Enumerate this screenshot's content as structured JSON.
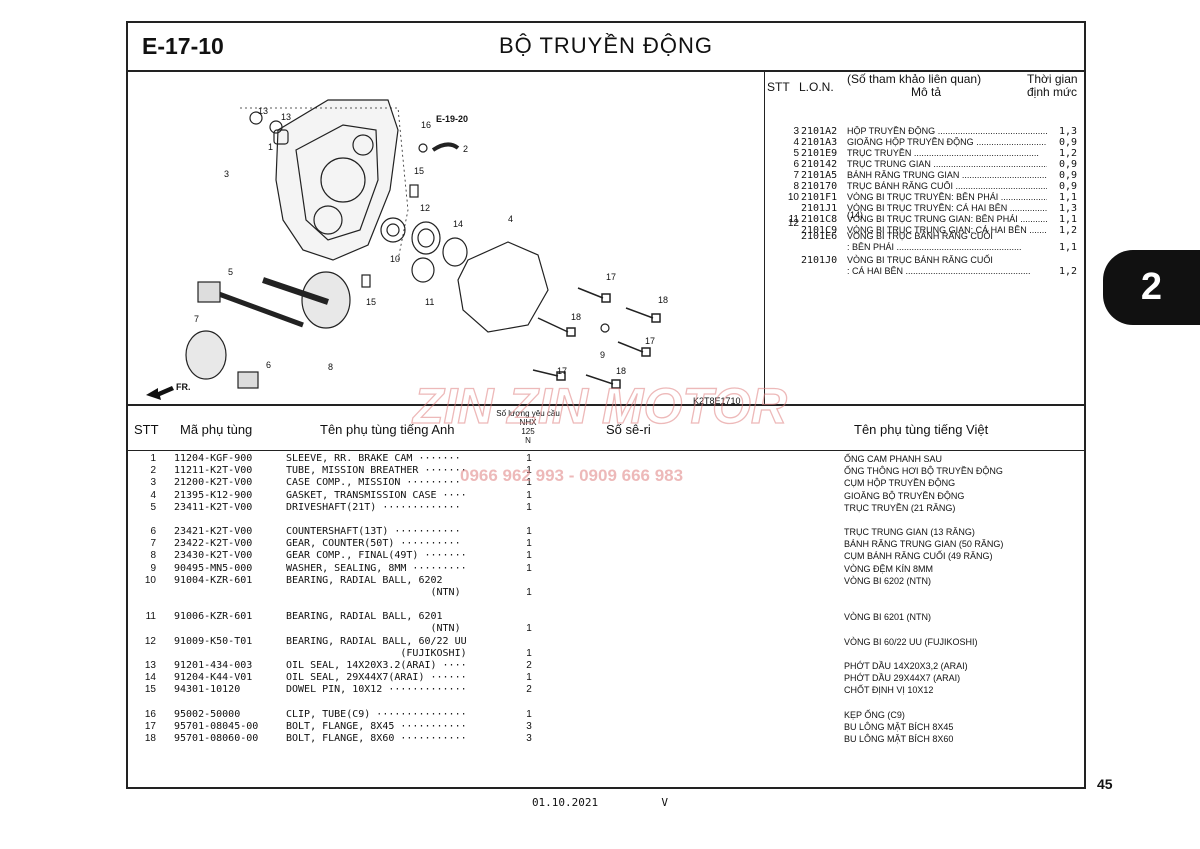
{
  "header": {
    "code": "E-17-10",
    "title": "BỘ TRUYỀN ĐỘNG"
  },
  "diagram": {
    "ref_code": "E-19-20",
    "image_code": "K2T8E1710",
    "direction_label": "FR.",
    "callouts": [
      "13",
      "13",
      "1",
      "16",
      "2",
      "3",
      "15",
      "12",
      "14",
      "4",
      "10",
      "5",
      "15",
      "11",
      "17",
      "18",
      "18",
      "9",
      "17",
      "7",
      "6",
      "8",
      "17",
      "18"
    ]
  },
  "reference": {
    "headers": {
      "stt": "STT",
      "lon": "L.O.N.",
      "desc1": "(Số tham khảo liên quan)",
      "desc2": "Mô tả",
      "time1": "Thời gian",
      "time2": "định mức"
    },
    "rows": [
      {
        "stt": "3",
        "lon": "2101A2",
        "desc": "HỘP TRUYỀN ĐỘNG",
        "time": "1,3"
      },
      {
        "stt": "4",
        "lon": "2101A3",
        "desc": "GIOĂNG HỘP TRUYỀN ĐỘNG",
        "time": "0,9"
      },
      {
        "stt": "5",
        "lon": "2101E9",
        "desc": "TRỤC TRUYỀN",
        "time": "1,2"
      },
      {
        "stt": "6",
        "lon": "210142",
        "desc": "TRỤC TRUNG GIAN",
        "time": "0,9"
      },
      {
        "stt": "7",
        "lon": "2101A5",
        "desc": "BÁNH RĂNG TRUNG GIAN",
        "time": "0,9"
      },
      {
        "stt": "8",
        "lon": "210170",
        "desc": "TRỤC BÁNH RĂNG CUỐI",
        "time": "0,9"
      },
      {
        "stt": "10",
        "lon": "2101F1",
        "desc": "VÒNG BI TRỤC TRUYỀN: BÊN PHẢI",
        "time": "1,1"
      },
      {
        "stt": "",
        "lon": "2101J1",
        "desc": "VÒNG BI TRỤC TRUYỀN: CẢ HAI BÊN",
        "time": "1,3"
      },
      {
        "stt": "11",
        "lon": "2101C8",
        "desc": "VÒNG BI TRỤC TRUNG GIAN: BÊN PHẢI",
        "time": "1,1"
      },
      {
        "stt": "",
        "lon": "2101C9",
        "desc": "VÒNG BI TRỤC TRUNG GIAN: CẢ HAI BÊN",
        "time": "1,2"
      }
    ],
    "extra": {
      "stt12": "12",
      "note14": "(14)",
      "e6_lon": "2101E6",
      "e6_l1": "VÒNG BI TRỤC BÁNH RĂNG CUỐI",
      "e6_l2": ": BÊN PHẢI",
      "e6_time": "1,1",
      "j0_lon": "2101J0",
      "j0_l1": "VÒNG BI TRỤC BÁNH RĂNG CUỐI",
      "j0_l2": ": CẢ HAI BÊN",
      "j0_time": "1,2"
    }
  },
  "parts_table": {
    "headers": {
      "stt": "STT",
      "code": "Mã phụ tùng",
      "en": "Tên phụ tùng tiếng Anh",
      "qty1": "Số lượng yêu cầu",
      "qty2": "NHX",
      "qty3": "125",
      "qty4": "N",
      "serial": "Số sê-ri",
      "vn": "Tên phụ tùng tiếng Việt"
    },
    "rows": [
      {
        "stt": "1",
        "code": "11204-KGF-900",
        "en": "SLEEVE, RR. BRAKE CAM ·······",
        "qty": "1",
        "vn": "ỐNG CAM PHANH SAU"
      },
      {
        "stt": "2",
        "code": "11211-K2T-V00",
        "en": "TUBE, MISSION BREATHER ·······",
        "qty": "1",
        "vn": "ỐNG THÔNG HƠI BỘ TRUYỀN ĐỘNG"
      },
      {
        "stt": "3",
        "code": "21200-K2T-V00",
        "en": "CASE COMP., MISSION ·········",
        "qty": "1",
        "vn": "CỤM HỘP TRUYỀN ĐỘNG"
      },
      {
        "stt": "4",
        "code": "21395-K12-900",
        "en": "GASKET, TRANSMISSION CASE ····",
        "qty": "1",
        "vn": "GIOĂNG BỘ TRUYỀN ĐỘNG"
      },
      {
        "stt": "5",
        "code": "23411-K2T-V00",
        "en": "DRIVESHAFT(21T) ·············",
        "qty": "1",
        "vn": "TRỤC TRUYỀN (21 RĂNG)"
      },
      {
        "stt": "6",
        "code": "23421-K2T-V00",
        "en": "COUNTERSHAFT(13T) ···········",
        "qty": "1",
        "vn": "TRỤC TRUNG GIAN (13 RĂNG)"
      },
      {
        "stt": "7",
        "code": "23422-K2T-V00",
        "en": "GEAR, COUNTER(50T) ··········",
        "qty": "1",
        "vn": "BÁNH RĂNG TRUNG GIAN (50 RĂNG)"
      },
      {
        "stt": "8",
        "code": "23430-K2T-V00",
        "en": "GEAR COMP., FINAL(49T) ·······",
        "qty": "1",
        "vn": "CỤM BÁNH RĂNG CUỐI (49 RĂNG)"
      },
      {
        "stt": "9",
        "code": "90495-MN5-000",
        "en": "WASHER, SEALING, 8MM ·········",
        "qty": "1",
        "vn": "VÒNG ĐỆM KÍN 8MM"
      },
      {
        "stt": "10",
        "code": "91004-KZR-601",
        "en": "BEARING, RADIAL BALL, 6202",
        "qty": "",
        "vn": "VÒNG BI 6202 (NTN)"
      },
      {
        "stt": "",
        "code": "",
        "en": "                        (NTN)",
        "qty": "1",
        "vn": ""
      },
      {
        "stt": "11",
        "code": "91006-KZR-601",
        "en": "BEARING, RADIAL BALL, 6201",
        "qty": "",
        "vn": "VÒNG BI 6201 (NTN)"
      },
      {
        "stt": "",
        "code": "",
        "en": "                        (NTN)",
        "qty": "1",
        "vn": ""
      },
      {
        "stt": "12",
        "code": "91009-K50-T01",
        "en": "BEARING, RADIAL BALL, 60/22 UU",
        "qty": "",
        "vn": "VÒNG BI 60/22 UU (FUJIKOSHI)"
      },
      {
        "stt": "",
        "code": "",
        "en": "                   (FUJIKOSHI)",
        "qty": "1",
        "vn": ""
      },
      {
        "stt": "13",
        "code": "91201-434-003",
        "en": "OIL SEAL, 14X20X3.2(ARAI) ····",
        "qty": "2",
        "vn": "PHỚT DẦU 14X20X3,2 (ARAI)"
      },
      {
        "stt": "14",
        "code": "91204-K44-V01",
        "en": "OIL SEAL, 29X44X7(ARAI) ······",
        "qty": "1",
        "vn": "PHỚT DẦU 29X44X7 (ARAI)"
      },
      {
        "stt": "15",
        "code": "94301-10120",
        "en": "DOWEL PIN, 10X12 ·············",
        "qty": "2",
        "vn": "CHỐT ĐỊNH VỊ 10X12"
      },
      {
        "stt": "16",
        "code": "95002-50000",
        "en": "CLIP, TUBE(C9) ···············",
        "qty": "1",
        "vn": "KẸP ỐNG (C9)"
      },
      {
        "stt": "17",
        "code": "95701-08045-00",
        "en": "BOLT, FLANGE, 8X45 ···········",
        "qty": "3",
        "vn": "BU LÔNG MẶT BÍCH 8X45"
      },
      {
        "stt": "18",
        "code": "95701-08060-00",
        "en": "BOLT, FLANGE, 8X60 ···········",
        "qty": "3",
        "vn": "BU LÔNG MẶT BÍCH 8X60"
      }
    ]
  },
  "side_tab": "2",
  "page_number": "45",
  "footer": {
    "date": "01.10.2021",
    "mark": "V"
  },
  "watermark": {
    "brand": "ZIN ZIN MOTOR",
    "phones": "0966 962 993 - 0909 666 983",
    "color": "#e08080"
  }
}
